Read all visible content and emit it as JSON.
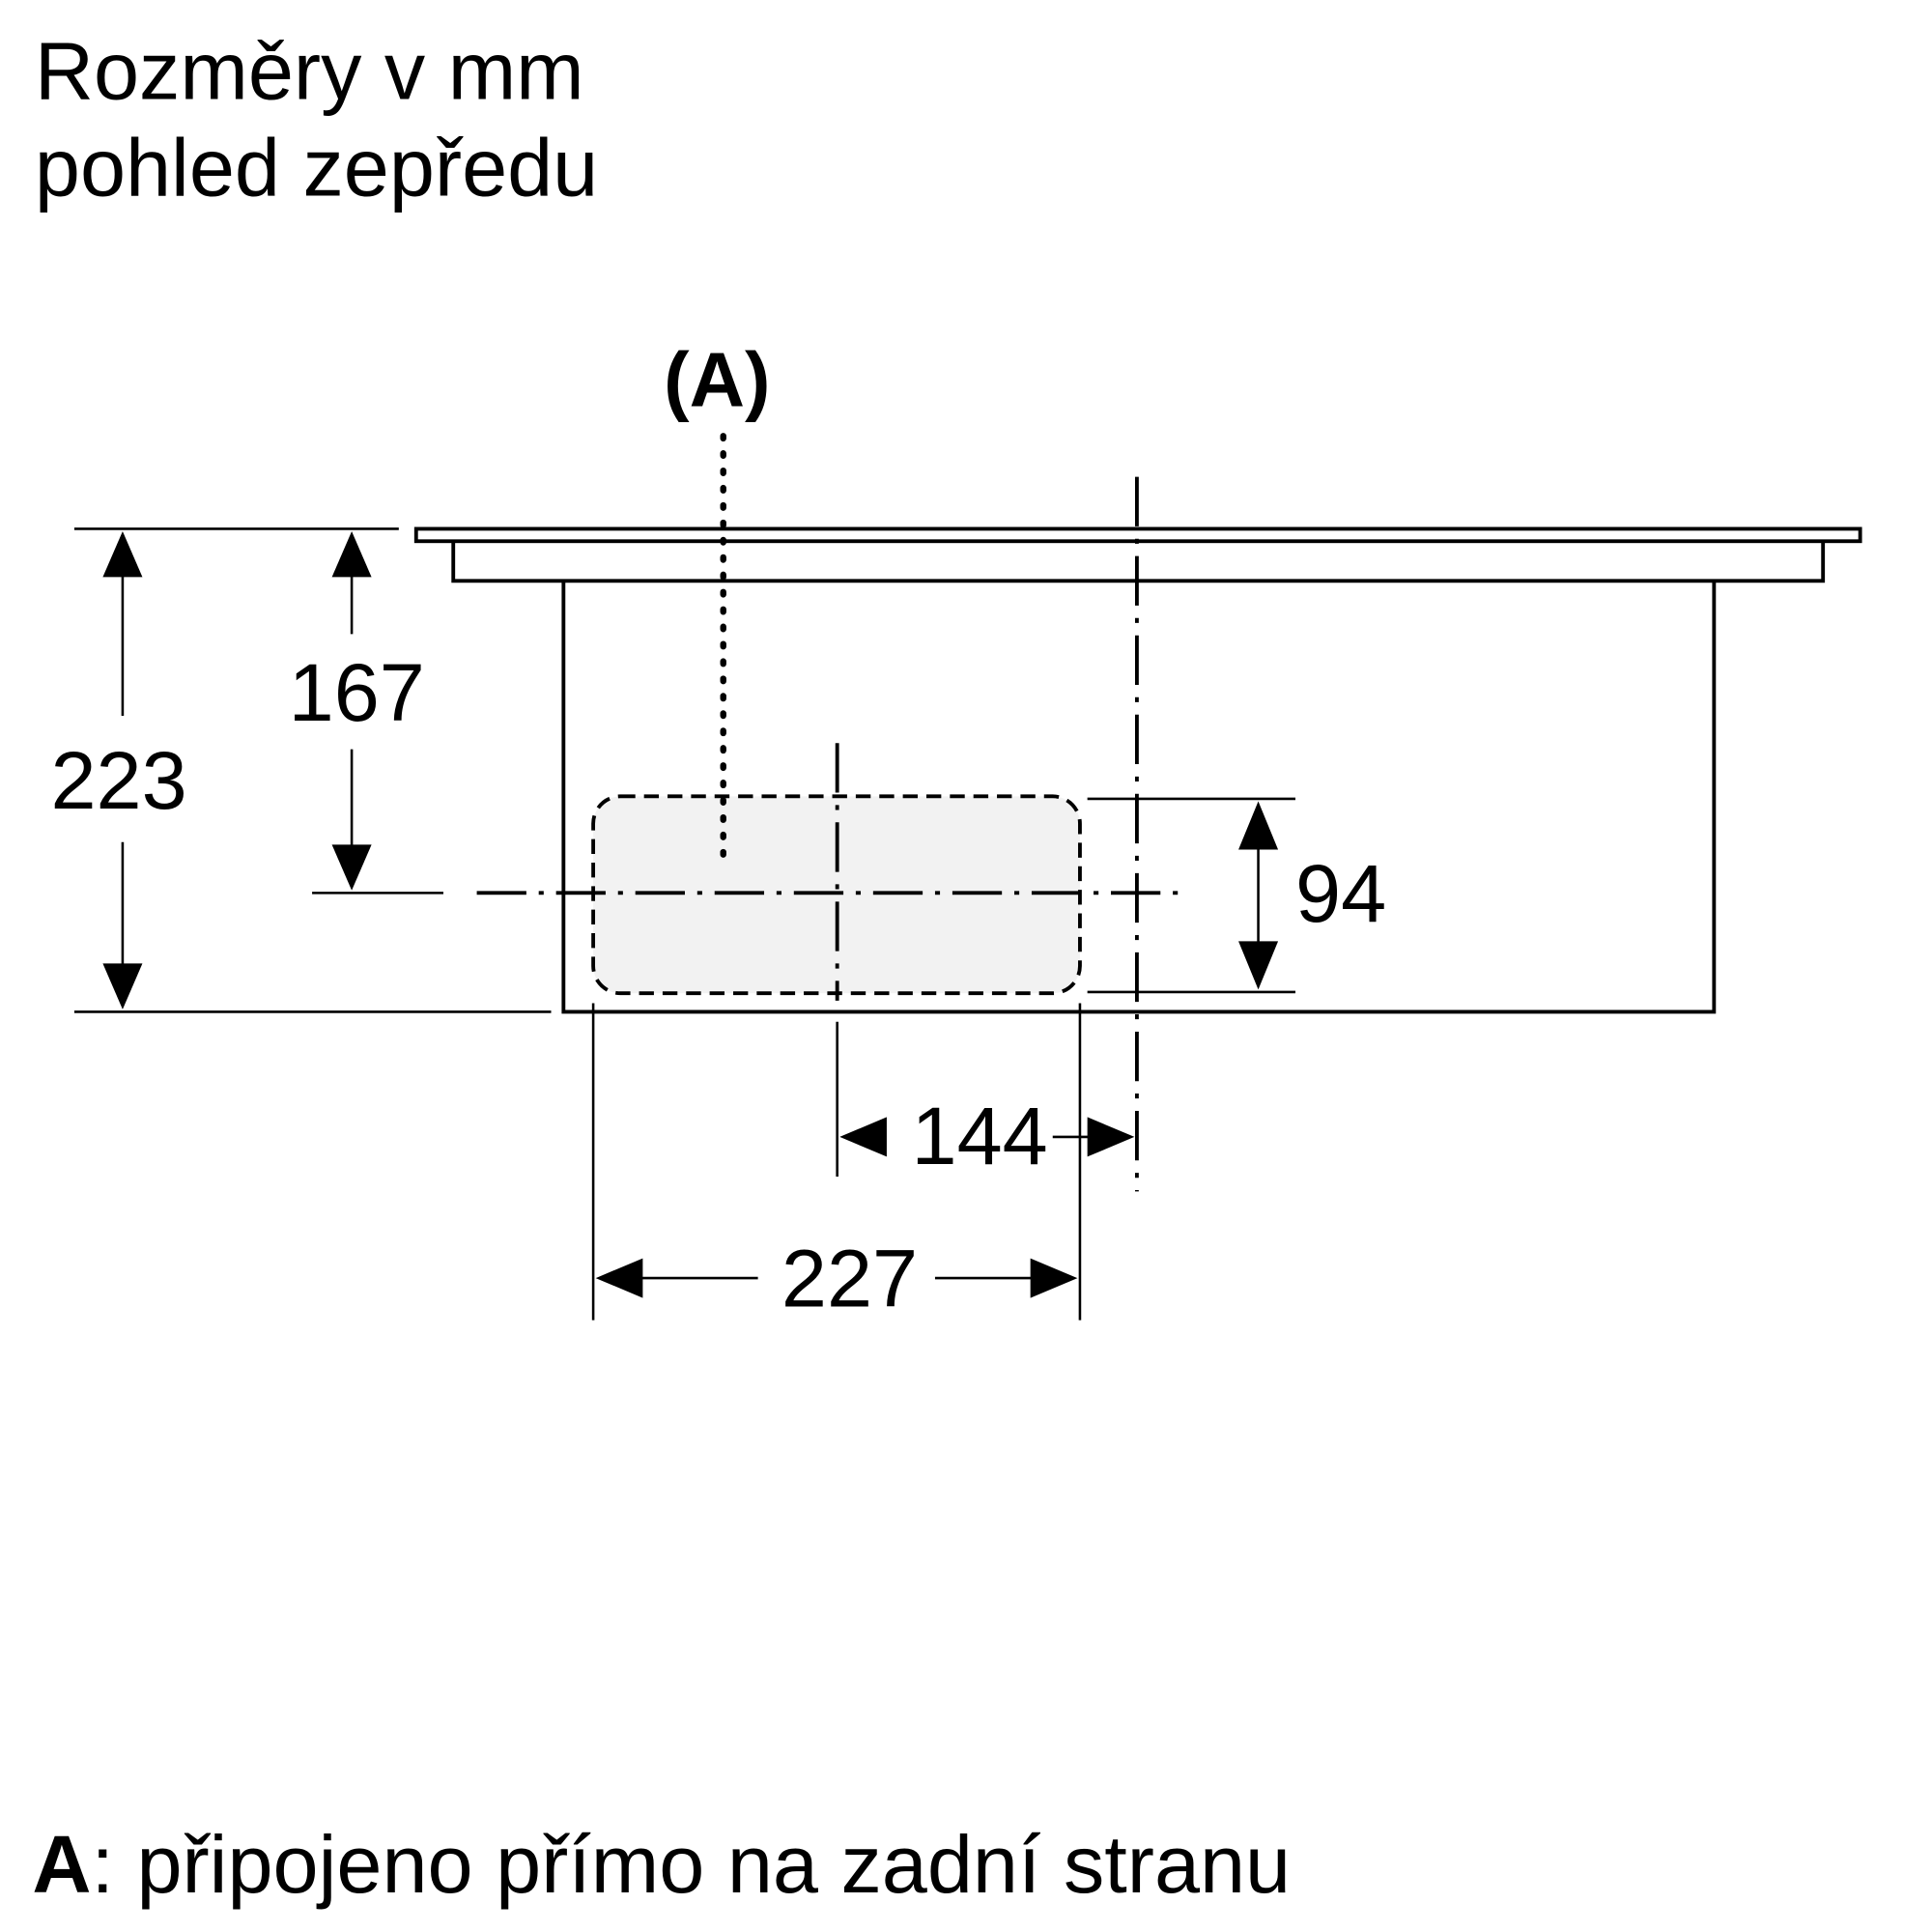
{
  "title": {
    "line1": "Rozměry v mm",
    "line2": "pohled zepředu"
  },
  "callout": "(A)",
  "dimensions": {
    "total_height": "223",
    "axis_height": "167",
    "opening_height": "94",
    "axis_offset": "144",
    "opening_width": "227"
  },
  "legend": {
    "key": "A",
    "text": ": připojeno přímo na zadní stranu"
  },
  "colors": {
    "line": "#000000",
    "opening_fill": "#f2f2f2"
  }
}
